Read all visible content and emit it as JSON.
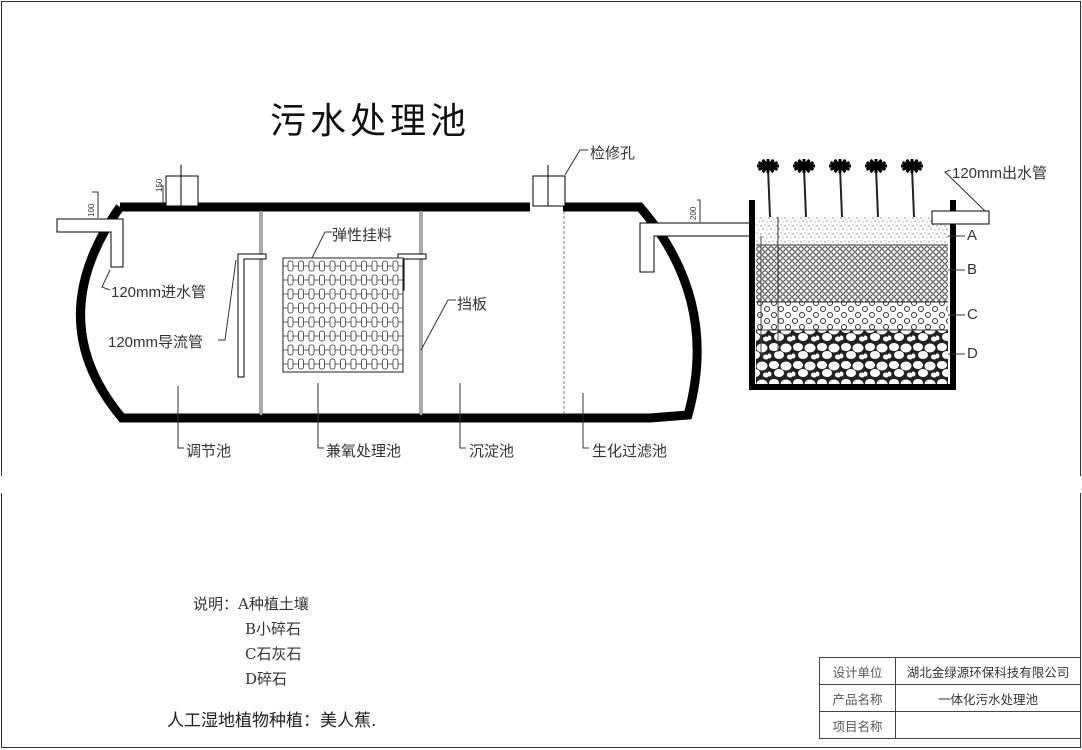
{
  "title": "污水处理池",
  "dimensions": {
    "d100": "100",
    "d150": "150",
    "d200": "200"
  },
  "labels": {
    "inlet_pipe": "120mm进水管",
    "diversion_pipe": "120mm导流管",
    "elastic_filler": "弹性挂料",
    "baffle": "挡板",
    "manhole": "检修孔",
    "outlet_pipe": "120mm出水管",
    "regulating_tank": "调节池",
    "facultative_tank": "兼氧处理池",
    "settling_tank": "沉淀池",
    "biofilter_tank": "生化过滤池",
    "layer_a": "A",
    "layer_b": "B",
    "layer_c": "C",
    "layer_d": "D"
  },
  "notes": {
    "heading": "说明：",
    "items": [
      "A种植土壤",
      "B小碎石",
      "C石灰石",
      "D碎石"
    ],
    "plants": "人工湿地植物种植：美人蕉."
  },
  "title_block": {
    "rows": [
      {
        "key": "设计单位",
        "value": "湖北金绿源环保科技有限公司"
      },
      {
        "key": "产品名称",
        "value": "一体化污水处理池"
      },
      {
        "key": "项目名称",
        "value": ""
      }
    ]
  },
  "plant_count": 5
}
